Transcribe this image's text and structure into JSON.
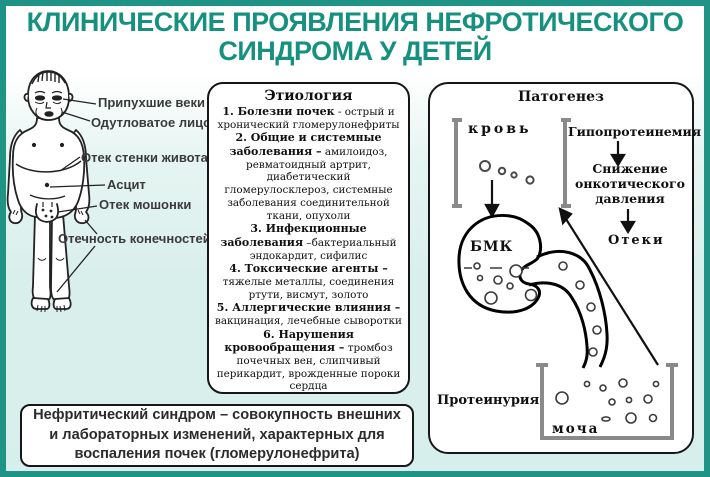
{
  "title": {
    "line1": "КЛИНИЧЕСКИЕ ПРОЯВЛЕНИЯ НЕФРОТИЧЕСКОГО",
    "line2": "СИНДРОМА У ДЕТЕЙ"
  },
  "colors": {
    "accent_teal": "#17917f",
    "border_teal": "#1e9386",
    "background_cyan": "#d7efec",
    "box_background": "#ffffff",
    "text_dark": "#101010"
  },
  "figure": {
    "labels": [
      "Припухшие веки",
      "Одутловатое лицо",
      "Отек стенки живота",
      "Асцит",
      "Отек мошонки",
      "Отечность конечностей"
    ]
  },
  "etiology": {
    "heading": "Этиология",
    "items": [
      {
        "bold": "1. Болезни почек",
        "rest": " - острый и хронический гломерулонефриты"
      },
      {
        "bold": "2. Общие и системные заболевания –",
        "rest": " амилоидоз, ревматоидный артрит, диабетический гломерулосклероз, системные заболевания соединительной ткани, опухоли"
      },
      {
        "bold": "3. Инфекционные заболевания",
        "rest": " –бактериальный эндокардит, сифилис"
      },
      {
        "bold": "4. Токсические агенты –",
        "rest": " тяжелые металлы, соединения ртути, висмут, золото"
      },
      {
        "bold": "5. Аллергические влияния –",
        "rest": " вакцинация, лечебные сыворотки"
      },
      {
        "bold": "6. Нарушения кровообращения –",
        "rest": " тромбоз почечных вен, слипчивый перикардит, врожденные пороки сердца"
      }
    ]
  },
  "pathogenesis": {
    "heading": "Патогенез",
    "blood_label": "кровь",
    "hypoproteinemia_label": "Гипопротеинемия",
    "oncotic_label": "Снижение онкотического давления",
    "edema_label": "Отеки",
    "bmk_label": "БМК",
    "proteinuria_label": "Протеинурия",
    "urine_label": "моча"
  },
  "definition": "Нефритический синдром – совокупность внешних и лабораторных изменений, характерных для воспаления почек (гломерулонефрита)"
}
